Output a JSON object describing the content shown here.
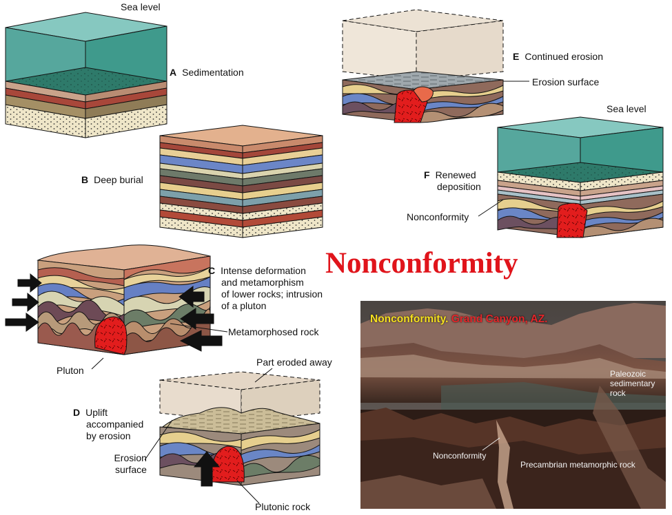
{
  "title": "Nonconformity",
  "panels": {
    "a": {
      "letter": "A",
      "text": "Sedimentation",
      "sea_level": "Sea level"
    },
    "b": {
      "letter": "B",
      "text": "Deep burial"
    },
    "c": {
      "letter": "C",
      "line1": "Intense deformation",
      "line2": "and metamorphism",
      "line3": "of lower rocks; intrusion",
      "line4": "of a pluton",
      "metamorphosed": "Metamorphosed rock",
      "pluton": "Pluton"
    },
    "d": {
      "letter": "D",
      "line1": "Uplift",
      "line2": "accompanied",
      "line3": "by erosion",
      "part_eroded": "Part eroded away",
      "erosion1": "Erosion",
      "erosion2": "surface",
      "plutonic": "Plutonic rock"
    },
    "e": {
      "letter": "E",
      "text": "Continued erosion",
      "erosion_surface": "Erosion surface"
    },
    "f": {
      "letter": "F",
      "line1": "Renewed",
      "line2": "deposition",
      "sea_level": "Sea level",
      "nonconformity": "Nonconformity"
    }
  },
  "photo": {
    "title_a": "Nonconformity.",
    "title_b": "Grand Canyon, AZ.",
    "paleozoic1": "Paleozoic",
    "paleozoic2": "sedimentary",
    "paleozoic3": "rock",
    "nonconformity": "Nonconformity",
    "precambrian": "Precambrian metamorphic rock"
  },
  "colors": {
    "water": "#3f9a8c",
    "sea_floor": "#2e7a6a",
    "pluton": "#e21d1d",
    "title_red": "#e0141b",
    "photo_title_yellow": "#f5e020",
    "photo_title_red": "#e3262a"
  }
}
